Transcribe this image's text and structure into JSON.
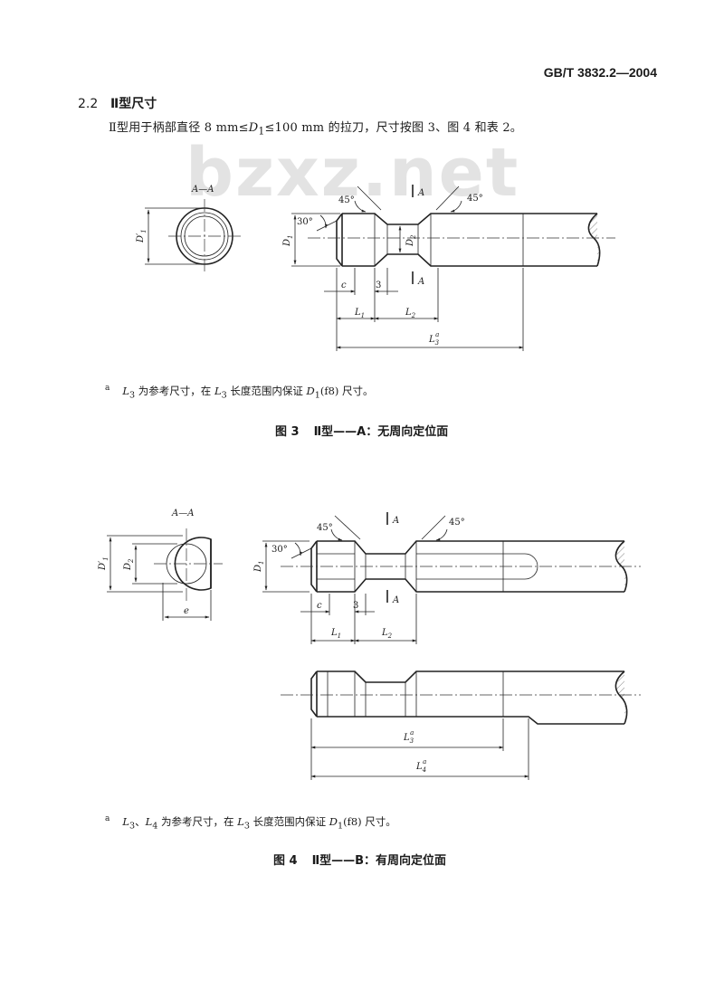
{
  "header": {
    "standard_number": "GB/T 3832.2—2004"
  },
  "watermark": "bzxz.net",
  "section": {
    "number": "2.2",
    "title": "Ⅱ型尺寸",
    "intro_prefix": "Ⅱ型用于柄部直径 8 mm≤",
    "intro_var": "D",
    "intro_sub": "1",
    "intro_suffix": "≤100 mm 的拉刀，尺寸按图 3、图 4 和表 2。"
  },
  "figure3": {
    "section_label": "A—A",
    "labels": {
      "d1_prime": "D′",
      "d1_prime_sub": "1",
      "d1": "D",
      "d1_sub": "1",
      "d2": "D",
      "d2_sub": "2",
      "angle_left": "45°",
      "angle_right": "45°",
      "angle_chamfer": "30°",
      "cut_marker": "A",
      "c": "c",
      "three": "3",
      "l1": "L",
      "l1_sub": "1",
      "l2": "L",
      "l2_sub": "2",
      "l3": "L",
      "l3_sub": "3",
      "l3_sup": "a"
    },
    "note_mark": "a",
    "note_var": "L",
    "note_sub": "3",
    "note_text_1": " 为参考尺寸，在 ",
    "note_var2": "L",
    "note_sub2": "3",
    "note_text_2": " 长度范围内保证 ",
    "note_var3": "D",
    "note_sub3": "1",
    "note_text_3": "(f8) 尺寸。",
    "caption_number": "图 3",
    "caption_text": "Ⅱ型——A：无周向定位面"
  },
  "figure4": {
    "section_label": "A—A",
    "labels": {
      "d1_prime": "D′",
      "d1_prime_sub": "1",
      "d2": "D",
      "d2_sub": "2",
      "e": "e",
      "d1": "D",
      "d1_sub": "1",
      "angle_left": "45°",
      "angle_right": "45°",
      "angle_chamfer": "30°",
      "cut_marker": "A",
      "c": "c",
      "three": "3",
      "l1": "L",
      "l1_sub": "1",
      "l2": "L",
      "l2_sub": "2",
      "l3": "L",
      "l3_sub": "3",
      "l3_sup": "a",
      "l4": "L",
      "l4_sub": "4",
      "l4_sup": "a"
    },
    "note_mark": "a",
    "note_var": "L",
    "note_sub": "3",
    "note_text_1": "、",
    "note_var_b": "L",
    "note_sub_b": "4",
    "note_text_2": " 为参考尺寸，在 ",
    "note_var2": "L",
    "note_sub2": "3",
    "note_text_3": " 长度范围内保证 ",
    "note_var3": "D",
    "note_sub3": "1",
    "note_text_4": "(f8) 尺寸。",
    "caption_number": "图 4",
    "caption_text": "Ⅱ型——B：有周向定位面"
  }
}
